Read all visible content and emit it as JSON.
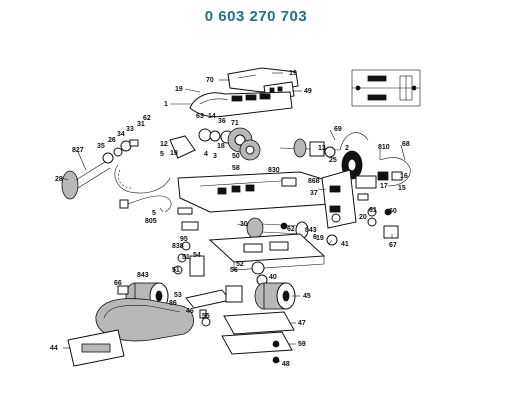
{
  "title": "0 603 270 703",
  "part_labels": [
    "19",
    "70",
    "49",
    "1",
    "19",
    "63",
    "14",
    "36",
    "71",
    "62",
    "31",
    "33",
    "34",
    "26",
    "35",
    "827",
    "18",
    "12",
    "4",
    "3",
    "50",
    "5",
    "19",
    "58",
    "69",
    "13",
    "25",
    "2",
    "830",
    "868",
    "37",
    "810",
    "68",
    "16",
    "17",
    "15",
    "28",
    "5",
    "805",
    "95",
    "30",
    "62",
    "843",
    "6",
    "19",
    "41",
    "61",
    "60",
    "20",
    "67",
    "838",
    "52",
    "51",
    "54",
    "56",
    "40",
    "843",
    "51",
    "53",
    "55",
    "66",
    "86",
    "46",
    "45",
    "47",
    "44",
    "59",
    "48"
  ]
}
